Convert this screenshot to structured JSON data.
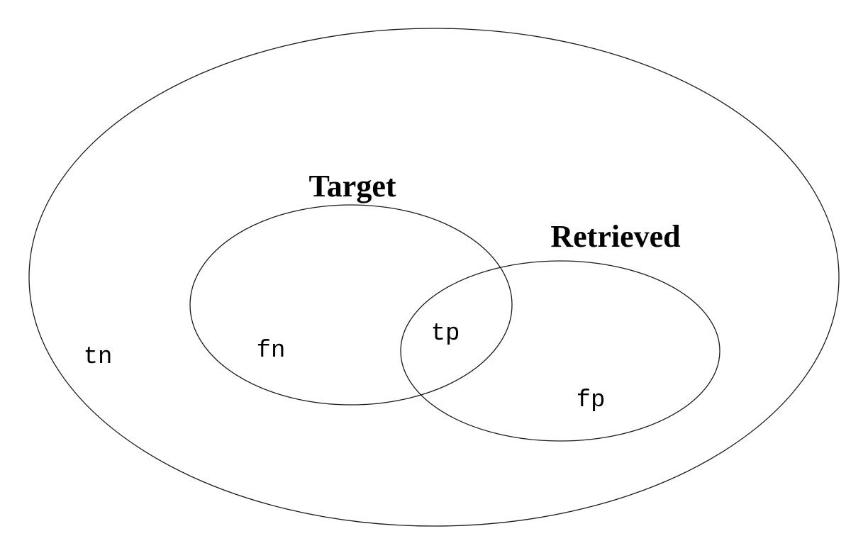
{
  "diagram": {
    "type": "venn-precision-recall",
    "background_color": "#ffffff",
    "stroke_color": "#1a1a1a",
    "sets": {
      "universe": {
        "label": ""
      },
      "target": {
        "label": "Target"
      },
      "retrieved": {
        "label": "Retrieved"
      }
    },
    "regions": {
      "true_negative": {
        "label": "tn",
        "meaning": "outside both Target and Retrieved, inside universe"
      },
      "false_negative": {
        "label": "fn",
        "meaning": "inside Target only"
      },
      "true_positive": {
        "label": "tp",
        "meaning": "intersection of Target and Retrieved"
      },
      "false_positive": {
        "label": "fp",
        "meaning": "inside Retrieved only"
      }
    }
  }
}
